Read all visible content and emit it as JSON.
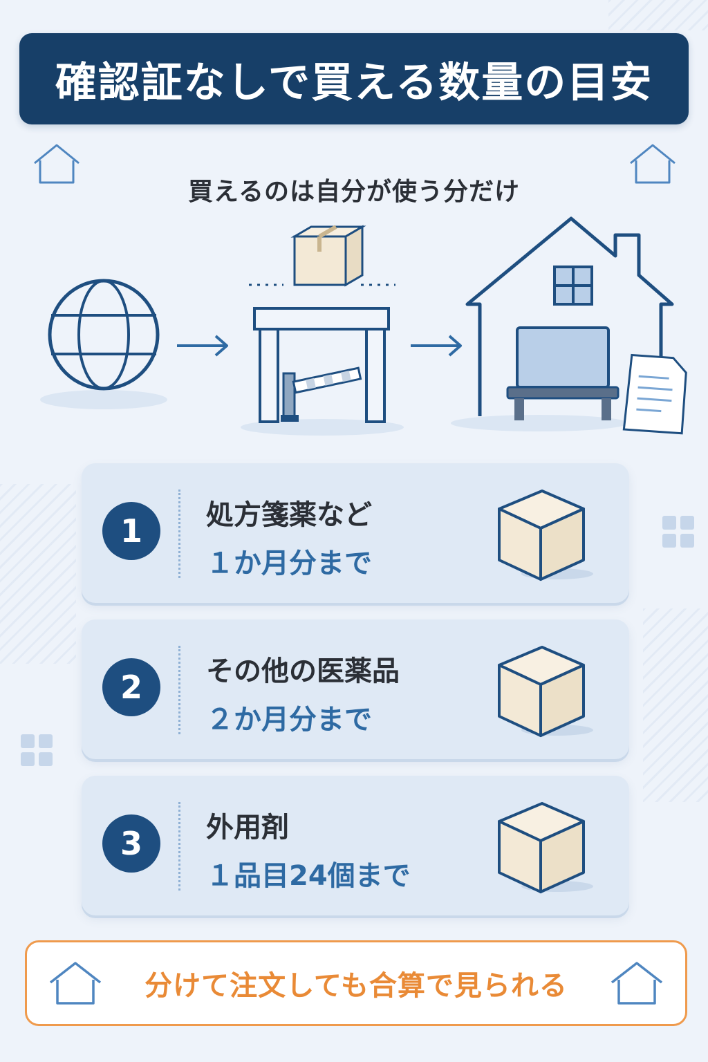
{
  "header": {
    "title": "確認証なしで買える数量の目安"
  },
  "subtitle": "買えるのは自分が使う分だけ",
  "flow": {
    "steps": [
      "globe-icon",
      "customs-gate-icon",
      "home-icon"
    ],
    "colors": {
      "line": "#1e4e80",
      "box": "#f3e9d6",
      "laptop": "#b9cfe8"
    }
  },
  "items": [
    {
      "number": "1",
      "title": "処方箋薬など",
      "limit": "１か月分まで"
    },
    {
      "number": "2",
      "title": "その他の医薬品",
      "limit": "２か月分まで"
    },
    {
      "number": "3",
      "title": "外用剤",
      "limit": "１品目24個まで"
    }
  ],
  "footer": {
    "text": "分けて注文しても合算で見られる"
  },
  "colors": {
    "header": "#173f68",
    "accent_orange": "#ef9a4c",
    "limit_blue": "#2e6aa3"
  }
}
